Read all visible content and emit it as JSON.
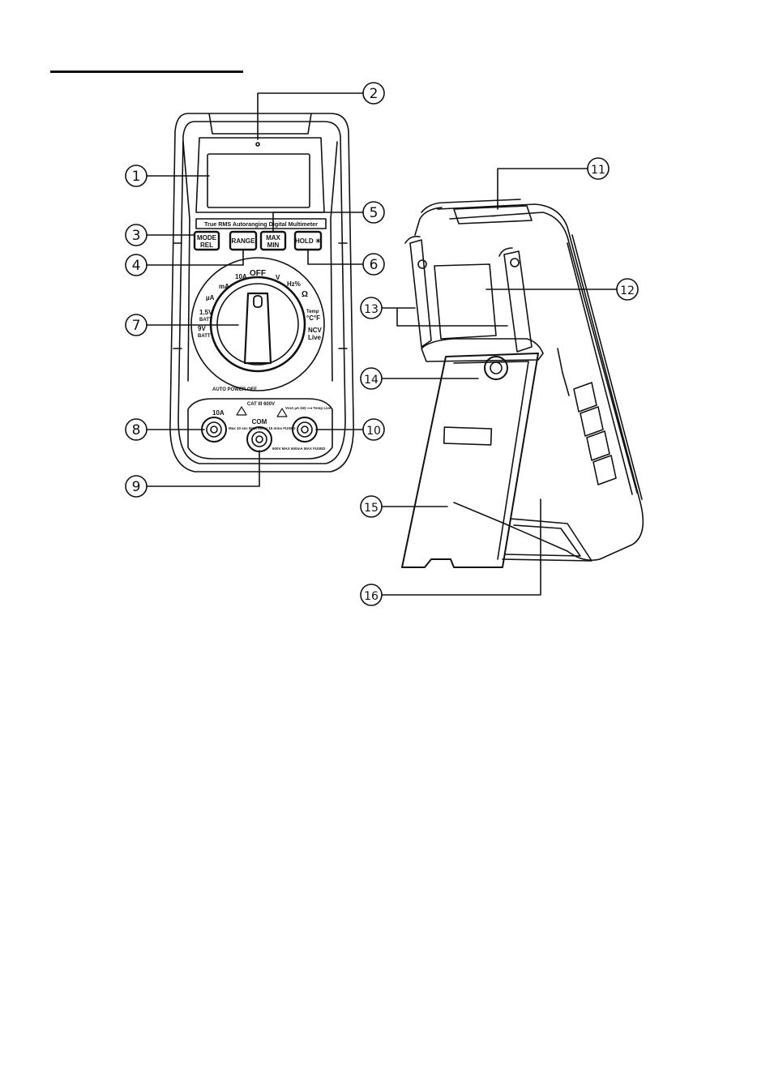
{
  "front": {
    "banner": "True RMS Autoranging Digital Multimeter",
    "buttons": {
      "mode_rel_top": "MODE",
      "mode_rel_bottom": "REL",
      "range": "RANGE",
      "max_min_top": "MAX",
      "max_min_bottom": "MIN",
      "hold": "HOLD ☀"
    },
    "dial": {
      "off": "OFF",
      "v": "V",
      "hz": "Hz%",
      "ohm": "Ω",
      "temp": "Temp",
      "deg": "°C°F",
      "ncv": "NCV",
      "live": "Live",
      "a10": "10A",
      "ma": "mA",
      "ua": "µA",
      "bat15": "1.5V",
      "batt1": "BATT",
      "bat9": "9V",
      "batt2": "BATT"
    },
    "auto_power_off": "AUTO POWER OFF",
    "cat_rating": "CAT III 600V",
    "jacks": {
      "a10": "10A",
      "com": "COM",
      "left_note": "Max 10 sec MAX every 15 mins FUSED",
      "right_note": "600V MAX 600mA MAX FUSED",
      "right_top": "VmA µA ΩΩ ⟶ Temp Live"
    }
  },
  "callouts": [
    "1",
    "2",
    "3",
    "4",
    "5",
    "6",
    "7",
    "8",
    "9",
    "10",
    "11",
    "12",
    "13",
    "14",
    "15",
    "16"
  ]
}
